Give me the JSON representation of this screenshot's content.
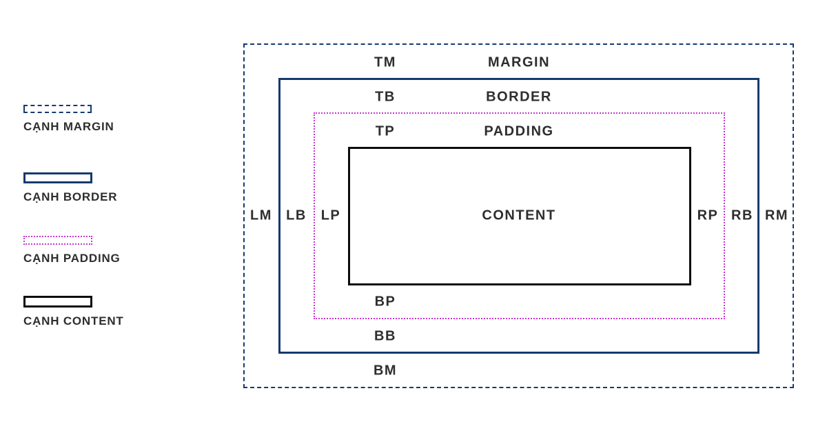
{
  "colors": {
    "navy": "#143a6e",
    "magenta": "#c536cf",
    "ink": "#0c0c0c",
    "text": "#2e2e2e"
  },
  "legend": {
    "items": [
      {
        "label": "CẠNH MARGIN",
        "edge_style": "dashed-navy"
      },
      {
        "label": "CẠNH BORDER",
        "edge_style": "solid-navy"
      },
      {
        "label": "CẠNH PADDING",
        "edge_style": "dotted-magenta"
      },
      {
        "label": "CẠNH CONTENT",
        "edge_style": "solid-black"
      }
    ]
  },
  "diagram": {
    "top_rows": [
      {
        "abbr": "TM",
        "word": "MARGIN"
      },
      {
        "abbr": "TB",
        "word": "BORDER"
      },
      {
        "abbr": "TP",
        "word": "PADDING"
      }
    ],
    "left_labels": [
      "LM",
      "LB",
      "LP"
    ],
    "right_labels": [
      "RP",
      "RB",
      "RM"
    ],
    "bottom_labels": [
      "BP",
      "BB",
      "BM"
    ],
    "content_label": "CONTENT"
  }
}
